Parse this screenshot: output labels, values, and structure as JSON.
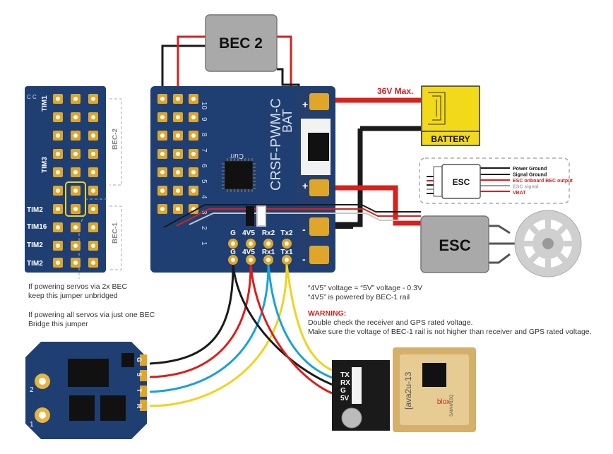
{
  "bec2": {
    "label": "BEC 2"
  },
  "battery": {
    "label": "BATTERY",
    "max_voltage": "36V Max."
  },
  "fc_board": {
    "name": "CRSF-PWM-C",
    "bat_label": "BAT",
    "curr_label": "Curr",
    "pin_top_labels": [
      "G",
      "4V5",
      "Rx2",
      "Tx2"
    ],
    "pin_bottom_labels": [
      "G",
      "4V5",
      "Rx1",
      "Tx1"
    ],
    "channel_numbers": [
      "10",
      "9",
      "8",
      "7",
      "6",
      "5",
      "4",
      "3",
      "2",
      "1"
    ],
    "plus_symbol": "+",
    "minus_symbol": "-"
  },
  "back_board": {
    "tim_labels": [
      "TIM1",
      "TIM3",
      "TIM2",
      "TIM16",
      "TIM2",
      "TIM2"
    ],
    "top_letters": "C  C",
    "bec2_bracket": "BEC-2",
    "bec1_bracket": "BEC-1"
  },
  "esc_legend": {
    "esc_label": "ESC",
    "items": [
      {
        "text": "Power Ground",
        "color": "#111111"
      },
      {
        "text": "Signal Ground",
        "color": "#111111"
      },
      {
        "text": "ESC onboard BEC output",
        "color": "#d0201e"
      },
      {
        "text": "ESC signal",
        "color": "#aaaaaa"
      },
      {
        "text": "VBAT",
        "color": "#d0201e"
      }
    ]
  },
  "esc_main": {
    "label": "ESC"
  },
  "receiver": {
    "pin_labels": [
      "G",
      "5",
      "T",
      "R"
    ],
    "antenna_labels": [
      "2",
      "1"
    ]
  },
  "gps": {
    "pin_labels": [
      "TX",
      "RX",
      "G",
      "5V"
    ],
    "chip_text": "SAM-M10Q",
    "logo_text": "blox",
    "patch_code": "[ava2u-13"
  },
  "notes": {
    "jumper_line1": "If powering servos via 2x BEC",
    "jumper_line2": "keep this jumper unbridged",
    "bridge_line1": "If powering all servos via just one BEC",
    "bridge_line2": "Bridge this jumper",
    "voltage_line1": "“4V5” voltage = “5V” voltage - 0.3V",
    "voltage_line2": "“4V5” is powered by BEC-1 rail",
    "warning_title": "WARNING:",
    "warning_line1": "Double check the receiver and GPS rated voltage.",
    "warning_line2": "Make sure the voltage of BEC-1 rail is not higher than receiver and GPS rated voltage."
  },
  "colors": {
    "pcb": "#1f3f73",
    "pcb_dark": "#162e55",
    "gold": "#e0a62a",
    "wire_red": "#d9201c",
    "wire_black": "#1a1a1a",
    "wire_blue": "#1aa0dc",
    "wire_yellow": "#f2d31c",
    "wire_gray": "#9a9a9a",
    "battery": "#f2d91a",
    "bec_box": "#a9a9a9"
  }
}
